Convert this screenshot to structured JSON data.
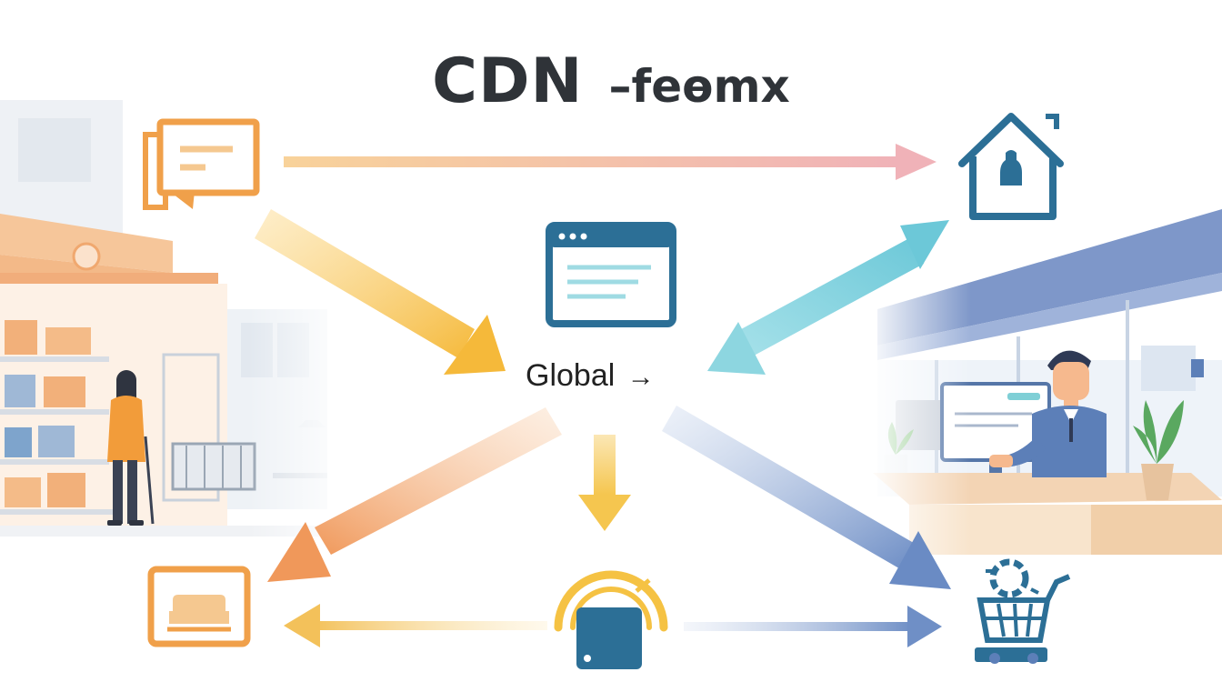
{
  "title": {
    "main": "CDN",
    "sub": "–feөmx"
  },
  "hub": {
    "label": "Global",
    "arrow": "→"
  },
  "colors": {
    "text": "#2f3338",
    "orange": "#f0a04a",
    "yellow": "#f5c243",
    "blue_dark": "#2c6f96",
    "blue_light": "#7fd0dc",
    "steel": "#5c7fb8",
    "pink": "#f0b2b8"
  },
  "icons": [
    "chat-message-icon",
    "smart-home-icon",
    "browser-window-icon",
    "monitor-screen-icon",
    "gauge-device-icon",
    "shopping-cart-icon"
  ],
  "scenes": [
    "warehouse-shelves-scene",
    "office-desk-scene"
  ]
}
